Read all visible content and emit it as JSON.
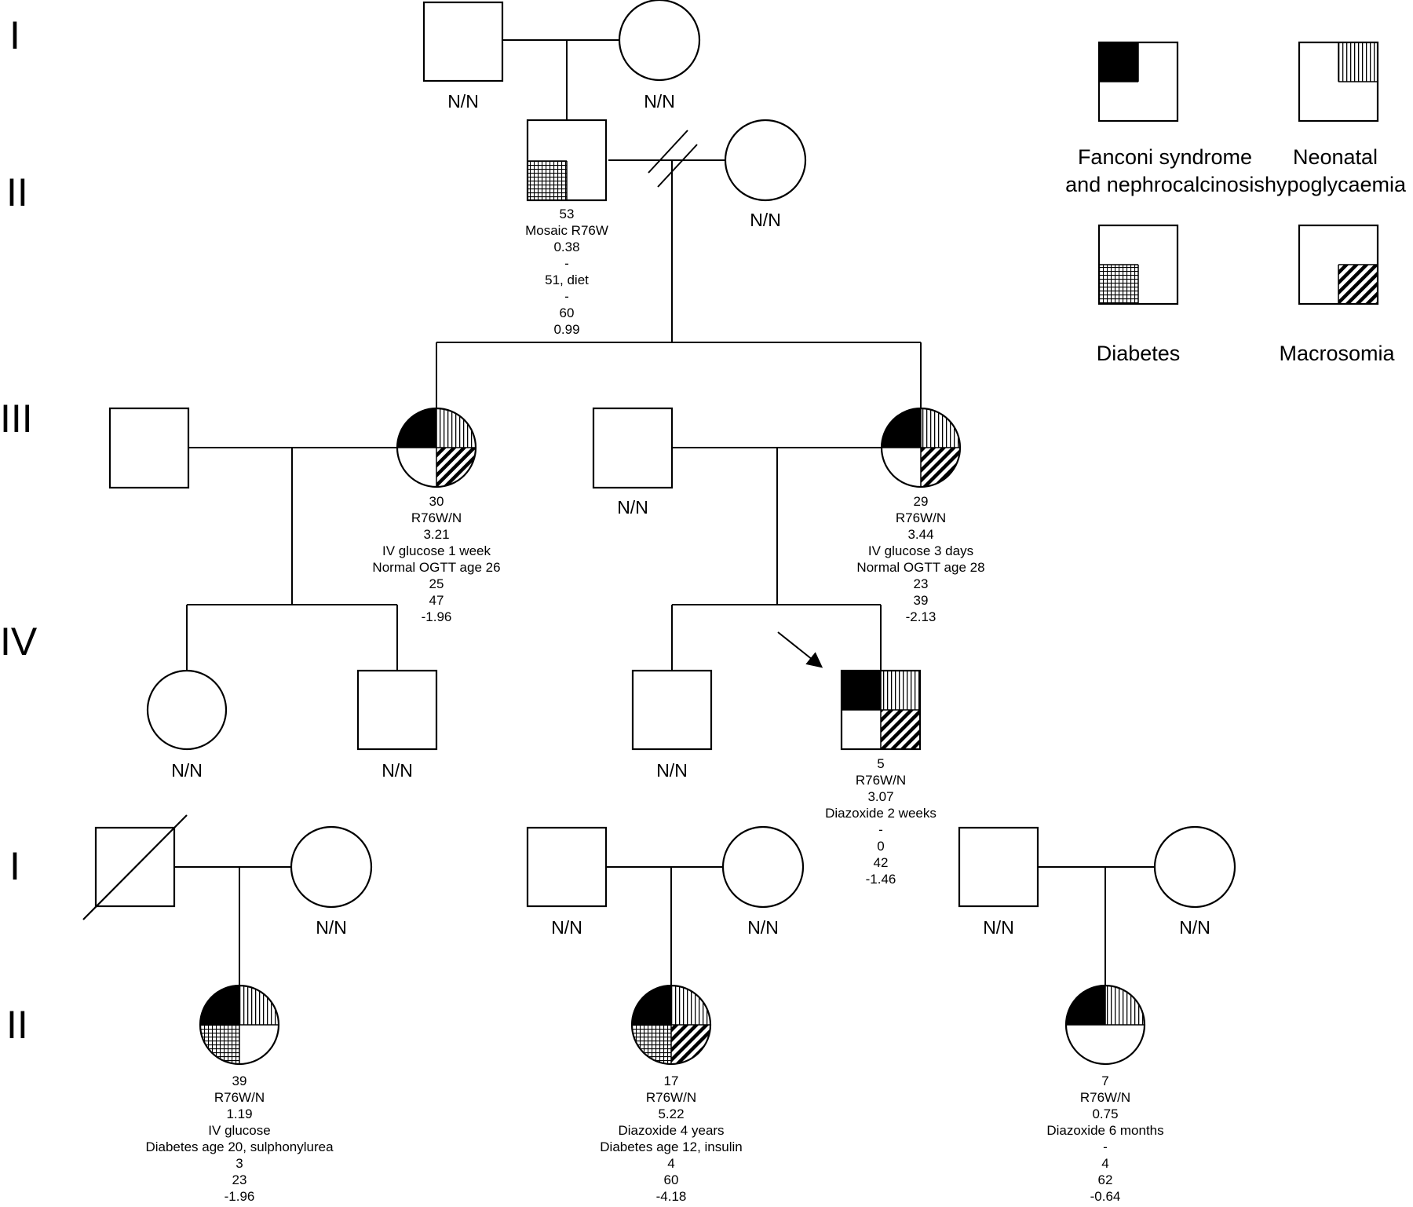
{
  "generation_labels": {
    "top_I": "I",
    "top_II": "II",
    "top_III": "III",
    "top_IV": "IV",
    "bottom_I": "I",
    "bottom_II": "II"
  },
  "legend": {
    "fanconi": "Fanconi syndrome",
    "nephro": "and nephrocalcinosis",
    "neonatal": "Neonatal",
    "hypogly": "hypoglycaemia",
    "diabetes": "Diabetes",
    "macrosomia": "Macrosomia"
  },
  "genotypes": {
    "top_i_father": "N/N",
    "top_i_mother": "N/N",
    "top_ii_spouse": "N/N",
    "top_iii_husband2": "N/N",
    "top_iv_daughter": "N/N",
    "top_iv_son1": "N/N",
    "top_iv_son2": "N/N",
    "bot1_mother": "N/N",
    "bot2_father": "N/N",
    "bot2_mother": "N/N",
    "bot3_father": "N/N",
    "bot3_mother": "N/N"
  },
  "info_blocks": {
    "top_ii_father": [
      "53",
      "Mosaic R76W",
      "0.38",
      "-",
      "51, diet",
      "-",
      "60",
      "0.99"
    ],
    "top_iii_sister1": [
      "30",
      "R76W/N",
      "3.21",
      "IV glucose 1 week",
      "Normal OGTT age 26",
      "25",
      "47",
      "-1.96"
    ],
    "top_iii_sister2": [
      "29",
      "R76W/N",
      "3.44",
      "IV glucose 3 days",
      "Normal OGTT age 28",
      "23",
      "39",
      "-2.13"
    ],
    "top_iv_proband": [
      "5",
      "R76W/N",
      "3.07",
      "Diazoxide 2 weeks",
      "-",
      "0",
      "42",
      "-1.46"
    ],
    "bot1_child": [
      "39",
      "R76W/N",
      "1.19",
      "IV glucose",
      "Diabetes age 20, sulphonylurea",
      "3",
      "23",
      "-1.96"
    ],
    "bot2_child": [
      "17",
      "R76W/N",
      "5.22",
      "Diazoxide 4 years",
      "Diabetes age 12, insulin",
      "4",
      "60",
      "-4.18"
    ],
    "bot3_child": [
      "7",
      "R76W/N",
      "0.75",
      "Diazoxide 6 months",
      "-",
      "4",
      "62",
      "-0.64"
    ]
  }
}
